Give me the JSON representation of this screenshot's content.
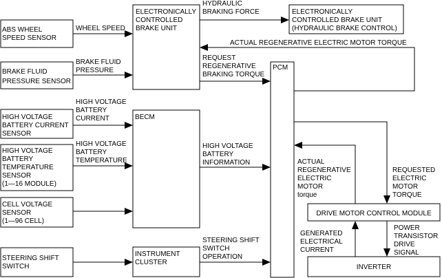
{
  "boxes": {
    "abs_sensor": [
      "ABS WHEEL",
      "SPEED SENSOR"
    ],
    "fluid_sensor": [
      "BRAKE FLUID",
      "PRESSURE SENSOR"
    ],
    "ebu_main": [
      "ELECTRONICALLY",
      "CONTROLLED",
      "BRAKE UNIT"
    ],
    "ebu_hydraulic": [
      "ELECTRONICALLY",
      "CONTROLLED BRAKE UNIT",
      "(HYDRAULIC BRAKE CONTROL)"
    ],
    "pcm": [
      "PCM"
    ],
    "hv_current": [
      "HIGH VOLTAGE",
      "BATTERY CURRENT",
      "SENSOR"
    ],
    "hv_temp": [
      "HIGH VOLTAGE",
      "BATTERY",
      "TEMPERATURE",
      "SENSOR",
      "(1—16 MODULE)"
    ],
    "cell_voltage": [
      "CELL VOLTAGE",
      "SENSOR",
      "(1—96 CELL)"
    ],
    "becm": [
      "BECM"
    ],
    "steering_switch": [
      "STEERING SHIFT",
      "SWITCH"
    ],
    "instrument_cluster": [
      "INSTRUMENT",
      "CLUSTER"
    ],
    "drive_motor": [
      "DRIVE MOTOR CONTROL MODULE"
    ],
    "inverter": [
      "INVERTER"
    ]
  },
  "labels": {
    "wheel_speed": [
      "WHEEL SPEED"
    ],
    "hydraulic_force": [
      "HYDRAULIC",
      "BRAKING FORCE"
    ],
    "fluid_pressure": [
      "BRAKE FLUID",
      "PRESSURE"
    ],
    "actual_regen_top": [
      "ACTUAL REGENERATIVE ELECTRIC MOTOR TORQUE"
    ],
    "request_regen": [
      "REQUEST",
      "REGENERATIVE",
      "BRAKING TORQUE"
    ],
    "hv_current": [
      "HIGH VOLTAGE",
      "BATTERY",
      "CURRENT"
    ],
    "hv_temp": [
      "HIGH VOLTAGE",
      "BATTERY",
      "TEMPERATURE"
    ],
    "hv_info": [
      "HIGH VOLTAGE",
      "BATTERY",
      "INFORMATION"
    ],
    "actual_regen_mid": [
      "ACTUAL",
      "REGENERATIVE",
      "ELECTRIC",
      "MOTOR",
      "torque"
    ],
    "requested_torque": [
      "REQUESTED",
      "ELECTRIC",
      "MOTOR",
      "TORQUE"
    ],
    "generated_current": [
      "GENERATED",
      "ELECTRICAL",
      "CURRENT"
    ],
    "power_transistor": [
      "POWER",
      "TRANSISTOR",
      "DRIVE",
      "SIGNAL"
    ],
    "steering_op": [
      "STEERING SHIFT",
      "SWITCH",
      "OPERATION"
    ]
  }
}
